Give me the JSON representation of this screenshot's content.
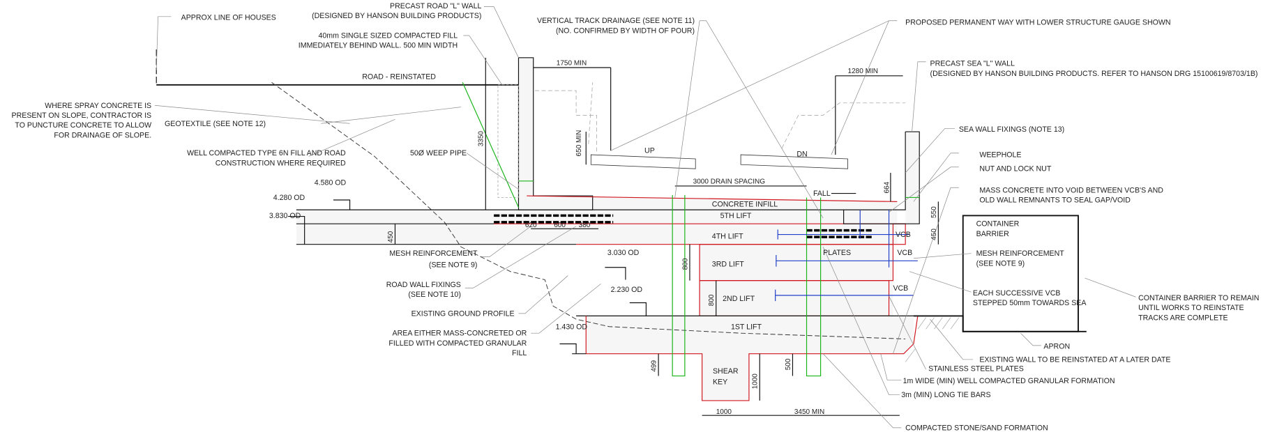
{
  "labels": {
    "approx_houses": "APPROX LINE OF HOUSES",
    "road_l_wall": [
      "PRECAST ROAD \"L\" WALL",
      "(DESIGNED BY HANSON BUILDING PRODUCTS)"
    ],
    "fill_40mm": [
      "40mm SINGLE SIZED COMPACTED FILL",
      "IMMEDIATELY BEHIND WALL. 500 MIN WIDTH"
    ],
    "road_reinstated": "ROAD - REINSTATED",
    "spray_concrete": [
      "WHERE SPRAY CONCRETE IS",
      "PRESENT ON SLOPE, CONTRACTOR IS",
      "TO PUNCTURE CONCRETE TO ALLOW",
      "FOR DRAINAGE OF SLOPE."
    ],
    "geotextile": "GEOTEXTILE (SEE NOTE 12)",
    "weep_pipe": "50Ø WEEP PIPE",
    "type_6n": [
      "WELL COMPACTED TYPE 6N FILL AND ROAD",
      "CONSTRUCTION WHERE REQUIRED"
    ],
    "vertical_drainage": [
      "VERTICAL TRACK DRAINAGE (SEE NOTE 11)",
      "(NO. CONFIRMED BY WIDTH OF POUR)"
    ],
    "permanent_way": "PROPOSED PERMANENT WAY WITH LOWER STRUCTURE GAUGE SHOWN",
    "sea_l_wall": [
      "PRECAST SEA \"L\" WALL",
      "(DESIGNED BY HANSON BUILDING PRODUCTS. REFER TO HANSON DRG 15100619/8703/1B)"
    ],
    "sea_wall_fixings": "SEA WALL FIXINGS (NOTE 13)",
    "weephole": "WEEPHOLE",
    "nut_lock": "NUT AND LOCK NUT",
    "mass_concrete": [
      "MASS CONCRETE INTO VOID BETWEEN VCB'S AND",
      "OLD WALL REMNANTS TO SEAL GAP/VOID"
    ],
    "container_barrier": [
      "CONTAINER",
      "BARRIER"
    ],
    "mesh_right": [
      "MESH REINFORCEMENT",
      "(SEE NOTE 9)"
    ],
    "vcb_stepped": [
      "EACH SUCCESSIVE VCB",
      "STEPPED 50mm TOWARDS SEA"
    ],
    "container_remain": [
      "CONTAINER BARRIER TO REMAIN",
      "UNTIL WORKS TO REINSTATE",
      "TRACKS ARE COMPLETE"
    ],
    "apron": "APRON",
    "existing_wall": "EXISTING WALL TO BE REINSTATED AT A LATER DATE",
    "stainless": "STAINLESS STEEL PLATES",
    "granular_1m": "1m WIDE (MIN) WELL COMPACTED GRANULAR FORMATION",
    "tie_bars": "3m (MIN) LONG TIE BARS",
    "compacted_stone": "COMPACTED STONE/SAND FORMATION",
    "mesh_left": [
      "MESH REINFORCEMENT",
      "(SEE NOTE 9)"
    ],
    "road_wall_fixings": [
      "ROAD WALL FIXINGS",
      "(SEE NOTE 10)"
    ],
    "existing_ground": "EXISTING GROUND PROFILE",
    "area_mass": [
      "AREA EITHER MASS-CONCRETED OR",
      "FILLED WITH COMPACTED GRANULAR",
      "FILL"
    ],
    "up": "UP",
    "dn": "DN",
    "concrete_infill": "CONCRETE INFILL",
    "fall": "FALL",
    "plates": "PLATES",
    "lift5": "5TH LIFT",
    "lift4": "4TH LIFT",
    "lift3": "3RD LIFT",
    "lift2": "2ND LIFT",
    "lift1": "1ST LIFT",
    "shear_key": [
      "SHEAR",
      "KEY"
    ],
    "vcb": "VCB"
  },
  "levels": {
    "l4580": "4.580 OD",
    "l4280": "4.280 OD",
    "l3830": "3.830 OD",
    "l3030": "3.030 OD",
    "l2230": "2.230 OD",
    "l1430": "1.430 OD"
  },
  "dimensions": {
    "d1750": "1750 MIN",
    "d1280": "1280 MIN",
    "d650": "650 MIN",
    "d3350": "3350",
    "d3000": "3000 DRAIN SPACING",
    "d664": "664",
    "d550": "550",
    "d450r": "450",
    "d450l": "450",
    "d620": "620",
    "d600": "600",
    "d380": "380",
    "d800a": "800",
    "d800b": "800",
    "d499": "499",
    "d500": "500",
    "d1000v": "1000",
    "d1000h": "1000",
    "d3450": "3450 MIN"
  },
  "colors": {
    "concrete_edge": "#d0161e",
    "drainage": "#18b418",
    "tie_bars": "#1f3fc8"
  }
}
